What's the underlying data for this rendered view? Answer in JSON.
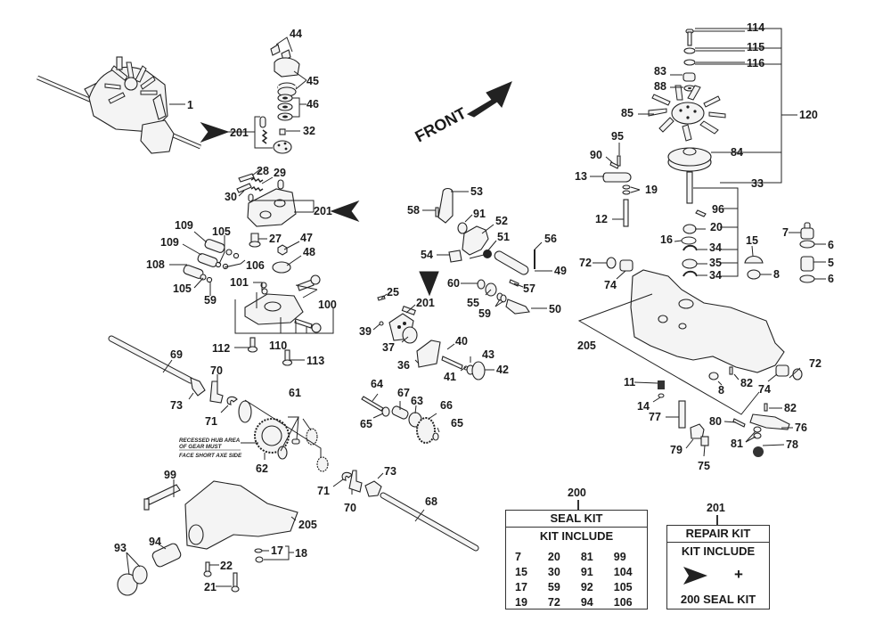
{
  "title": "Hydrostatic Transaxle Exploded Parts Diagram",
  "front_label": "FRONT",
  "note_lines": [
    "RECESSED HUB AREA",
    "OF GEAR MUST",
    "FACE SHORT AXE SIDE"
  ],
  "callouts": [
    {
      "id": "c1",
      "text": "1"
    },
    {
      "id": "c44",
      "text": "44"
    },
    {
      "id": "c45",
      "text": "45"
    },
    {
      "id": "c46",
      "text": "46"
    },
    {
      "id": "c32",
      "text": "32"
    },
    {
      "id": "c201a",
      "text": "201"
    },
    {
      "id": "c28",
      "text": "28"
    },
    {
      "id": "c29",
      "text": "29"
    },
    {
      "id": "c30",
      "text": "30"
    },
    {
      "id": "c201b",
      "text": "201"
    },
    {
      "id": "c27",
      "text": "27"
    },
    {
      "id": "c47",
      "text": "47"
    },
    {
      "id": "c48",
      "text": "48"
    },
    {
      "id": "c109a",
      "text": "109"
    },
    {
      "id": "c109b",
      "text": "109"
    },
    {
      "id": "c105a",
      "text": "105"
    },
    {
      "id": "c106",
      "text": "106"
    },
    {
      "id": "c108",
      "text": "108"
    },
    {
      "id": "c105b",
      "text": "105"
    },
    {
      "id": "c59a",
      "text": "59"
    },
    {
      "id": "c101",
      "text": "101"
    },
    {
      "id": "c100",
      "text": "100"
    },
    {
      "id": "c110",
      "text": "110"
    },
    {
      "id": "c112",
      "text": "112"
    },
    {
      "id": "c113",
      "text": "113"
    },
    {
      "id": "c69",
      "text": "69"
    },
    {
      "id": "c70a",
      "text": "70"
    },
    {
      "id": "c73a",
      "text": "73"
    },
    {
      "id": "c71a",
      "text": "71"
    },
    {
      "id": "c61",
      "text": "61"
    },
    {
      "id": "c62",
      "text": "62"
    },
    {
      "id": "c99",
      "text": "99"
    },
    {
      "id": "c205a",
      "text": "205"
    },
    {
      "id": "c93",
      "text": "93"
    },
    {
      "id": "c94",
      "text": "94"
    },
    {
      "id": "c22",
      "text": "22"
    },
    {
      "id": "c21",
      "text": "21"
    },
    {
      "id": "c17",
      "text": "17"
    },
    {
      "id": "c18",
      "text": "18"
    },
    {
      "id": "c71b",
      "text": "71"
    },
    {
      "id": "c70b",
      "text": "70"
    },
    {
      "id": "c73b",
      "text": "73"
    },
    {
      "id": "c68",
      "text": "68"
    },
    {
      "id": "c53",
      "text": "53"
    },
    {
      "id": "c58",
      "text": "58"
    },
    {
      "id": "c91",
      "text": "91"
    },
    {
      "id": "c52",
      "text": "52"
    },
    {
      "id": "c51",
      "text": "51"
    },
    {
      "id": "c56",
      "text": "56"
    },
    {
      "id": "c54",
      "text": "54"
    },
    {
      "id": "c49",
      "text": "49"
    },
    {
      "id": "c57",
      "text": "57"
    },
    {
      "id": "c60",
      "text": "60"
    },
    {
      "id": "c55",
      "text": "55"
    },
    {
      "id": "c59b",
      "text": "59"
    },
    {
      "id": "c50",
      "text": "50"
    },
    {
      "id": "c25",
      "text": "25"
    },
    {
      "id": "c201c",
      "text": "201"
    },
    {
      "id": "c39",
      "text": "39"
    },
    {
      "id": "c37",
      "text": "37"
    },
    {
      "id": "c40",
      "text": "40"
    },
    {
      "id": "c36",
      "text": "36"
    },
    {
      "id": "c43",
      "text": "43"
    },
    {
      "id": "c41",
      "text": "41"
    },
    {
      "id": "c42",
      "text": "42"
    },
    {
      "id": "c64",
      "text": "64"
    },
    {
      "id": "c67",
      "text": "67"
    },
    {
      "id": "c63",
      "text": "63"
    },
    {
      "id": "c66",
      "text": "66"
    },
    {
      "id": "c65a",
      "text": "65"
    },
    {
      "id": "c65b",
      "text": "65"
    },
    {
      "id": "c114",
      "text": "114"
    },
    {
      "id": "c115",
      "text": "115"
    },
    {
      "id": "c116",
      "text": "116"
    },
    {
      "id": "c83",
      "text": "83"
    },
    {
      "id": "c88",
      "text": "88"
    },
    {
      "id": "c85",
      "text": "85"
    },
    {
      "id": "c120",
      "text": "120"
    },
    {
      "id": "c84",
      "text": "84"
    },
    {
      "id": "c95",
      "text": "95"
    },
    {
      "id": "c90",
      "text": "90"
    },
    {
      "id": "c13",
      "text": "13"
    },
    {
      "id": "c19",
      "text": "19"
    },
    {
      "id": "c33",
      "text": "33"
    },
    {
      "id": "c12",
      "text": "12"
    },
    {
      "id": "c96",
      "text": "96"
    },
    {
      "id": "c20",
      "text": "20"
    },
    {
      "id": "c16",
      "text": "16"
    },
    {
      "id": "c34a",
      "text": "34"
    },
    {
      "id": "c35",
      "text": "35"
    },
    {
      "id": "c34b",
      "text": "34"
    },
    {
      "id": "c15",
      "text": "15"
    },
    {
      "id": "c8a",
      "text": "8"
    },
    {
      "id": "c7",
      "text": "7"
    },
    {
      "id": "c6a",
      "text": "6"
    },
    {
      "id": "c5",
      "text": "5"
    },
    {
      "id": "c6b",
      "text": "6"
    },
    {
      "id": "c72a",
      "text": "72"
    },
    {
      "id": "c74a",
      "text": "74"
    },
    {
      "id": "c205b",
      "text": "205"
    },
    {
      "id": "c72b",
      "text": "72"
    },
    {
      "id": "c74b",
      "text": "74"
    },
    {
      "id": "c8b",
      "text": "8"
    },
    {
      "id": "c82a",
      "text": "82"
    },
    {
      "id": "c11",
      "text": "11"
    },
    {
      "id": "c14",
      "text": "14"
    },
    {
      "id": "c77",
      "text": "77"
    },
    {
      "id": "c82b",
      "text": "82"
    },
    {
      "id": "c80",
      "text": "80"
    },
    {
      "id": "c76",
      "text": "76"
    },
    {
      "id": "c81",
      "text": "81"
    },
    {
      "id": "c78",
      "text": "78"
    },
    {
      "id": "c79",
      "text": "79"
    },
    {
      "id": "c75",
      "text": "75"
    }
  ],
  "seal_kit": {
    "number": "200",
    "title": "SEAL KIT",
    "subtitle": "KIT INCLUDE",
    "rows": [
      [
        "7",
        "20",
        "81",
        "99"
      ],
      [
        "15",
        "30",
        "91",
        "104"
      ],
      [
        "17",
        "59",
        "92",
        "105"
      ],
      [
        "19",
        "72",
        "94",
        "106"
      ]
    ]
  },
  "repair_kit": {
    "number": "201",
    "title": "REPAIR KIT",
    "subtitle": "KIT INCLUDE",
    "plus": "+",
    "footer": "200 SEAL KIT"
  }
}
